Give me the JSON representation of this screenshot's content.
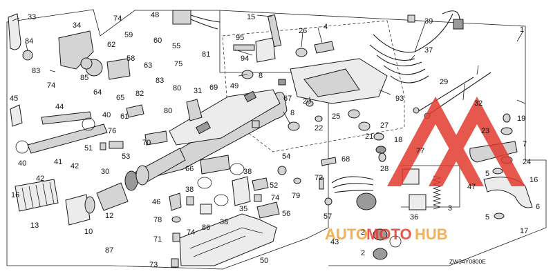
{
  "diagram_code": "ZW34Y0800E",
  "watermark": {
    "part1": "AUTO",
    "part2": "MOTO",
    "part3": "HUB",
    "color_primary": "#e23b2e",
    "color_secondary": "#f2a33a"
  },
  "callouts": [
    {
      "id": "c1",
      "text": "1"
    },
    {
      "id": "c2",
      "text": "2"
    },
    {
      "id": "c2b",
      "text": "2"
    },
    {
      "id": "c3",
      "text": "3"
    },
    {
      "id": "c4",
      "text": "4"
    },
    {
      "id": "c5",
      "text": "5"
    },
    {
      "id": "c5b",
      "text": "5"
    },
    {
      "id": "c6",
      "text": "6"
    },
    {
      "id": "c7",
      "text": "7"
    },
    {
      "id": "c8",
      "text": "8"
    },
    {
      "id": "c8b",
      "text": "8"
    },
    {
      "id": "c10",
      "text": "10"
    },
    {
      "id": "c12",
      "text": "12"
    },
    {
      "id": "c13",
      "text": "13"
    },
    {
      "id": "c15",
      "text": "15"
    },
    {
      "id": "c16",
      "text": "16"
    },
    {
      "id": "c16b",
      "text": "16"
    },
    {
      "id": "c17",
      "text": "17"
    },
    {
      "id": "c18",
      "text": "18"
    },
    {
      "id": "c19",
      "text": "19"
    },
    {
      "id": "c20",
      "text": "20"
    },
    {
      "id": "c21",
      "text": "21"
    },
    {
      "id": "c22",
      "text": "22"
    },
    {
      "id": "c23",
      "text": "23"
    },
    {
      "id": "c24",
      "text": "24"
    },
    {
      "id": "c25",
      "text": "25"
    },
    {
      "id": "c26",
      "text": "26"
    },
    {
      "id": "c27",
      "text": "27"
    },
    {
      "id": "c28",
      "text": "28"
    },
    {
      "id": "c29",
      "text": "29"
    },
    {
      "id": "c30",
      "text": "30"
    },
    {
      "id": "c31",
      "text": "31"
    },
    {
      "id": "c32",
      "text": "32"
    },
    {
      "id": "c33",
      "text": "33"
    },
    {
      "id": "c34",
      "text": "34"
    },
    {
      "id": "c35",
      "text": "35"
    },
    {
      "id": "c36",
      "text": "36"
    },
    {
      "id": "c37",
      "text": "37"
    },
    {
      "id": "c38",
      "text": "38"
    },
    {
      "id": "c38b",
      "text": "38"
    },
    {
      "id": "c38c",
      "text": "38"
    },
    {
      "id": "c39",
      "text": "39"
    },
    {
      "id": "c40",
      "text": "40"
    },
    {
      "id": "c40b",
      "text": "40"
    },
    {
      "id": "c41",
      "text": "41"
    },
    {
      "id": "c42",
      "text": "42"
    },
    {
      "id": "c42b",
      "text": "42"
    },
    {
      "id": "c43",
      "text": "43"
    },
    {
      "id": "c44",
      "text": "44"
    },
    {
      "id": "c45",
      "text": "45"
    },
    {
      "id": "c46",
      "text": "46"
    },
    {
      "id": "c47",
      "text": "47"
    },
    {
      "id": "c48",
      "text": "48"
    },
    {
      "id": "c49",
      "text": "49"
    },
    {
      "id": "c50",
      "text": "50"
    },
    {
      "id": "c51",
      "text": "51"
    },
    {
      "id": "c52",
      "text": "52"
    },
    {
      "id": "c53",
      "text": "53"
    },
    {
      "id": "c54",
      "text": "54"
    },
    {
      "id": "c55",
      "text": "55"
    },
    {
      "id": "c56",
      "text": "56"
    },
    {
      "id": "c57",
      "text": "57"
    },
    {
      "id": "c58",
      "text": "58"
    },
    {
      "id": "c59",
      "text": "59"
    },
    {
      "id": "c60",
      "text": "60"
    },
    {
      "id": "c61",
      "text": "61"
    },
    {
      "id": "c62",
      "text": "62"
    },
    {
      "id": "c63",
      "text": "63"
    },
    {
      "id": "c64",
      "text": "64"
    },
    {
      "id": "c65",
      "text": "65"
    },
    {
      "id": "c66",
      "text": "66"
    },
    {
      "id": "c67",
      "text": "67"
    },
    {
      "id": "c68",
      "text": "68"
    },
    {
      "id": "c69",
      "text": "69"
    },
    {
      "id": "c70",
      "text": "70"
    },
    {
      "id": "c71",
      "text": "71"
    },
    {
      "id": "c72",
      "text": "72"
    },
    {
      "id": "c73",
      "text": "73"
    },
    {
      "id": "c74a",
      "text": "74"
    },
    {
      "id": "c74b",
      "text": "74"
    },
    {
      "id": "c74c",
      "text": "74"
    },
    {
      "id": "c74d",
      "text": "74"
    },
    {
      "id": "c75",
      "text": "75"
    },
    {
      "id": "c76",
      "text": "76"
    },
    {
      "id": "c77",
      "text": "77"
    },
    {
      "id": "c78",
      "text": "78"
    },
    {
      "id": "c79",
      "text": "79"
    },
    {
      "id": "c80",
      "text": "80"
    },
    {
      "id": "c80b",
      "text": "80"
    },
    {
      "id": "c81",
      "text": "81"
    },
    {
      "id": "c82",
      "text": "82"
    },
    {
      "id": "c83",
      "text": "83"
    },
    {
      "id": "c83b",
      "text": "83"
    },
    {
      "id": "c84",
      "text": "84"
    },
    {
      "id": "c85",
      "text": "85"
    },
    {
      "id": "c86",
      "text": "86"
    },
    {
      "id": "c87",
      "text": "87"
    },
    {
      "id": "c93",
      "text": "93"
    },
    {
      "id": "c94",
      "text": "94"
    },
    {
      "id": "c95",
      "text": "95"
    }
  ]
}
